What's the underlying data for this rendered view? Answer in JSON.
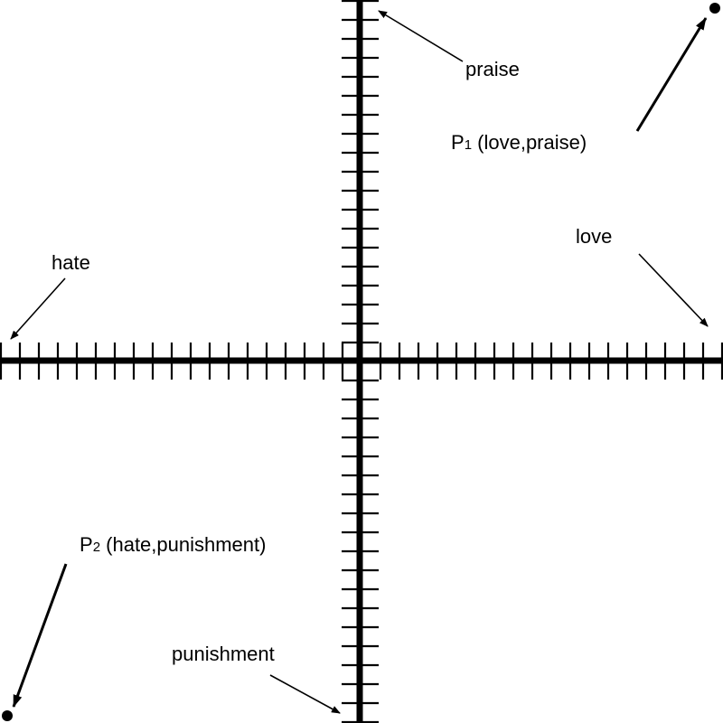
{
  "labels": {
    "praise": "praise",
    "love": "love",
    "hate": "hate",
    "punishment": "punishment",
    "p1_name": "P",
    "p1_sub": "1",
    "p1_coords": " (love,praise)",
    "p2_name": "P",
    "p2_sub": "2",
    "p2_coords": " (hate,punishment)"
  },
  "colors": {
    "ink": "#000000",
    "background": "#ffffff"
  }
}
